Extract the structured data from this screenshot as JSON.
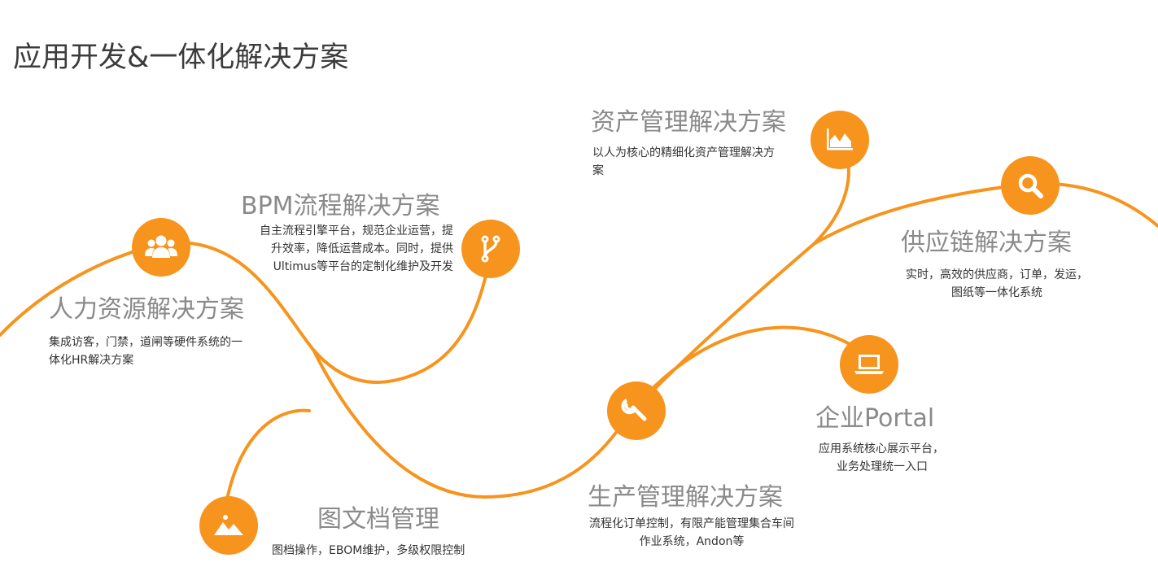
{
  "page": {
    "title": "应用开发&一体化解决方案"
  },
  "solutions": {
    "hr": {
      "title": "人力资源解决方案",
      "desc": [
        "集成访客，门禁，道闸等硬件系统的一",
        "体化HR解决方案"
      ],
      "icon": "users-icon"
    },
    "bpm": {
      "title": "BPM流程解决方案",
      "desc": [
        "自主流程引擎平台，规范企业运营，提",
        "升效率，降低运营成本。同时，提供",
        "Ultimus等平台的定制化维护及开发"
      ],
      "icon": "branch-icon"
    },
    "drawing": {
      "title": "图文档管理",
      "desc": [
        "图档操作，EBOM维护，多级权限控制"
      ],
      "icon": "mountain-image-icon"
    },
    "production": {
      "title": "生产管理解决方案",
      "desc": [
        "流程化订单控制，有限产能管理集合车间",
        "作业系统，Andon等"
      ],
      "icon": "wrench-icon"
    },
    "asset": {
      "title": "资产管理解决方案",
      "desc": [
        "以人为核心的精细化资产管理解决方",
        "案"
      ],
      "icon": "area-chart-icon"
    },
    "portal": {
      "title": "企业Portal",
      "desc": [
        "应用系统核心展示平台，",
        "业务处理统一入口"
      ],
      "icon": "laptop-icon"
    },
    "supply": {
      "title": "供应链解决方案",
      "desc": [
        "实时，高效的供应商，订单，发运，",
        "图纸等一体化系统"
      ],
      "icon": "search-icon"
    }
  },
  "colors": {
    "accent": "#f7941d",
    "title_gray": "#8a8a8a",
    "text": "#333333"
  }
}
